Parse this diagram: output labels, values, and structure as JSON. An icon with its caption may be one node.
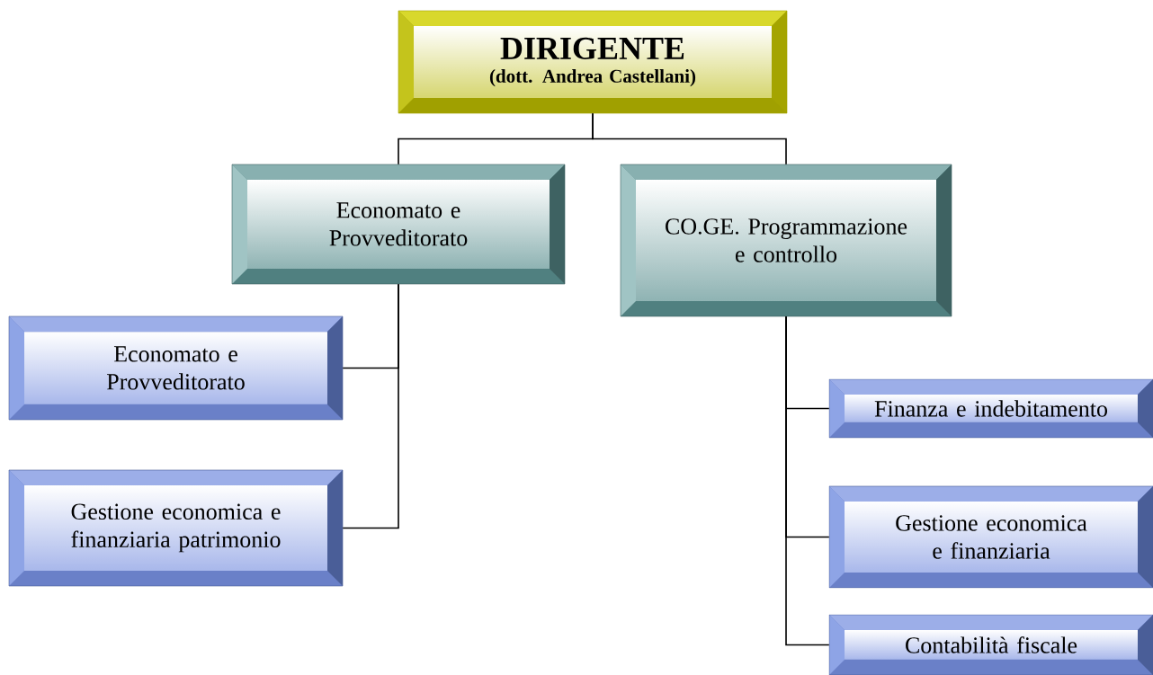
{
  "diagram": {
    "nodes": [
      {
        "text": [
          "DIRIGENTE",
          "(dott. Andrea Castellani)"
        ]
      },
      {
        "text": [
          "Economato e Provveditorato"
        ]
      },
      {
        "text": [
          "CO.GE. Programmazione e controllo"
        ]
      },
      {
        "text": [
          "Economato e Provveditorato"
        ]
      },
      {
        "text": [
          "Gestione economica e finanziaria patrimonio"
        ]
      },
      {
        "text": [
          "Finanza e indebitamento"
        ]
      },
      {
        "text": [
          "Gestione economica e finanziaria"
        ]
      },
      {
        "text": [
          "Contabilità fiscale"
        ]
      }
    ],
    "edges": [
      {
        "from": 0,
        "to": 1,
        "arrow": "none"
      },
      {
        "from": 0,
        "to": 2,
        "arrow": "none"
      },
      {
        "from": 1,
        "to": 3,
        "arrow": "none"
      },
      {
        "from": 1,
        "to": 4,
        "arrow": "none"
      },
      {
        "from": 2,
        "to": 5,
        "arrow": "none"
      },
      {
        "from": 2,
        "to": 6,
        "arrow": "none"
      },
      {
        "from": 2,
        "to": 7,
        "arrow": "none"
      }
    ]
  }
}
